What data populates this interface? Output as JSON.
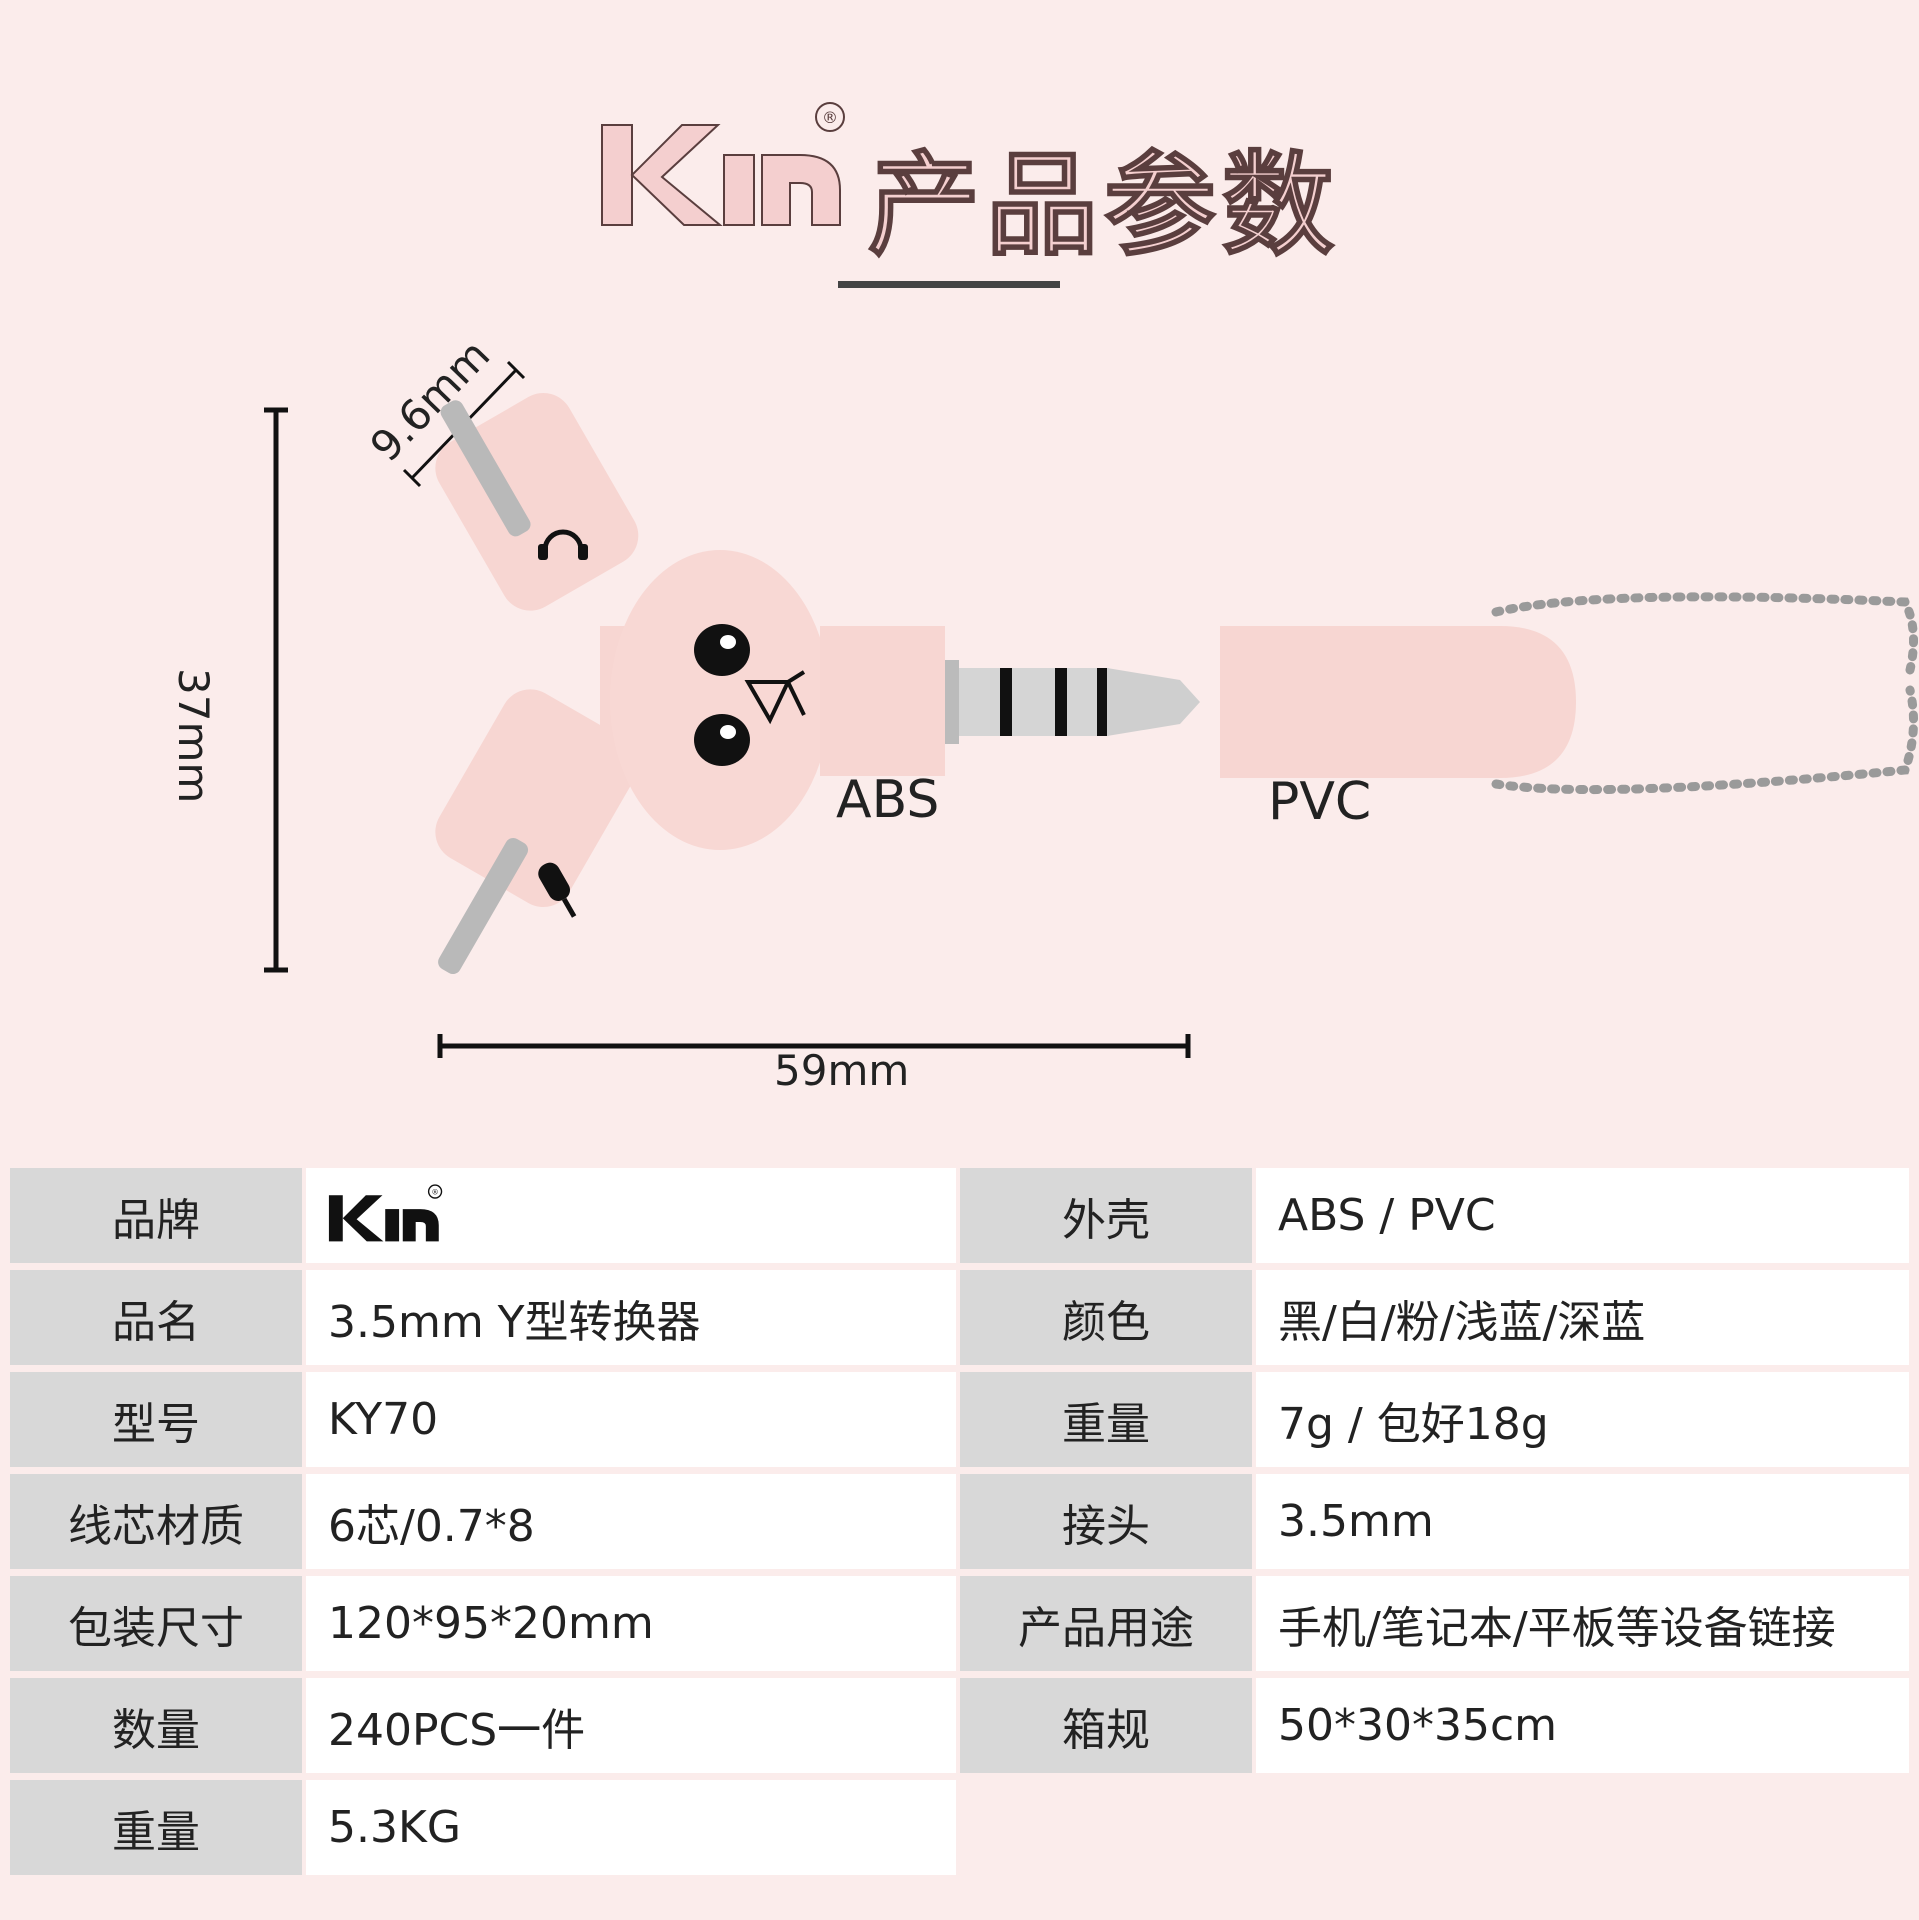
{
  "header": {
    "brand": "KIN",
    "registered": "®",
    "title": "产品参数"
  },
  "diagram": {
    "dim_height": "37mm",
    "dim_width": "59mm",
    "dim_diameter": "9.6mm",
    "material_body": "ABS",
    "material_cap": "PVC",
    "icons": [
      "headphone-icon",
      "microphone-icon"
    ],
    "colors": {
      "body": "#f8d7d3",
      "metal": "#c8c8c8"
    }
  },
  "specs": {
    "left": [
      {
        "label": "品牌",
        "value": ""
      },
      {
        "label": "品名",
        "value": "3.5mm Y型转换器"
      },
      {
        "label": "型号",
        "value": "KY70"
      },
      {
        "label": "线芯材质",
        "value": "6芯/0.7*8"
      },
      {
        "label": "包装尺寸",
        "value": "120*95*20mm"
      },
      {
        "label": "数量",
        "value": "240PCS一件"
      },
      {
        "label": "重量",
        "value": "5.3KG"
      }
    ],
    "right": [
      {
        "label": "外壳",
        "value": "ABS / PVC"
      },
      {
        "label": "颜色",
        "value": "黑/白/粉/浅蓝/深蓝"
      },
      {
        "label": "重量",
        "value": "7g /  包好18g"
      },
      {
        "label": "接头",
        "value": "3.5mm"
      },
      {
        "label": "产品用途",
        "value": "手机/笔记本/平板等设备链接"
      },
      {
        "label": "箱规",
        "value": "50*30*35cm"
      }
    ]
  }
}
